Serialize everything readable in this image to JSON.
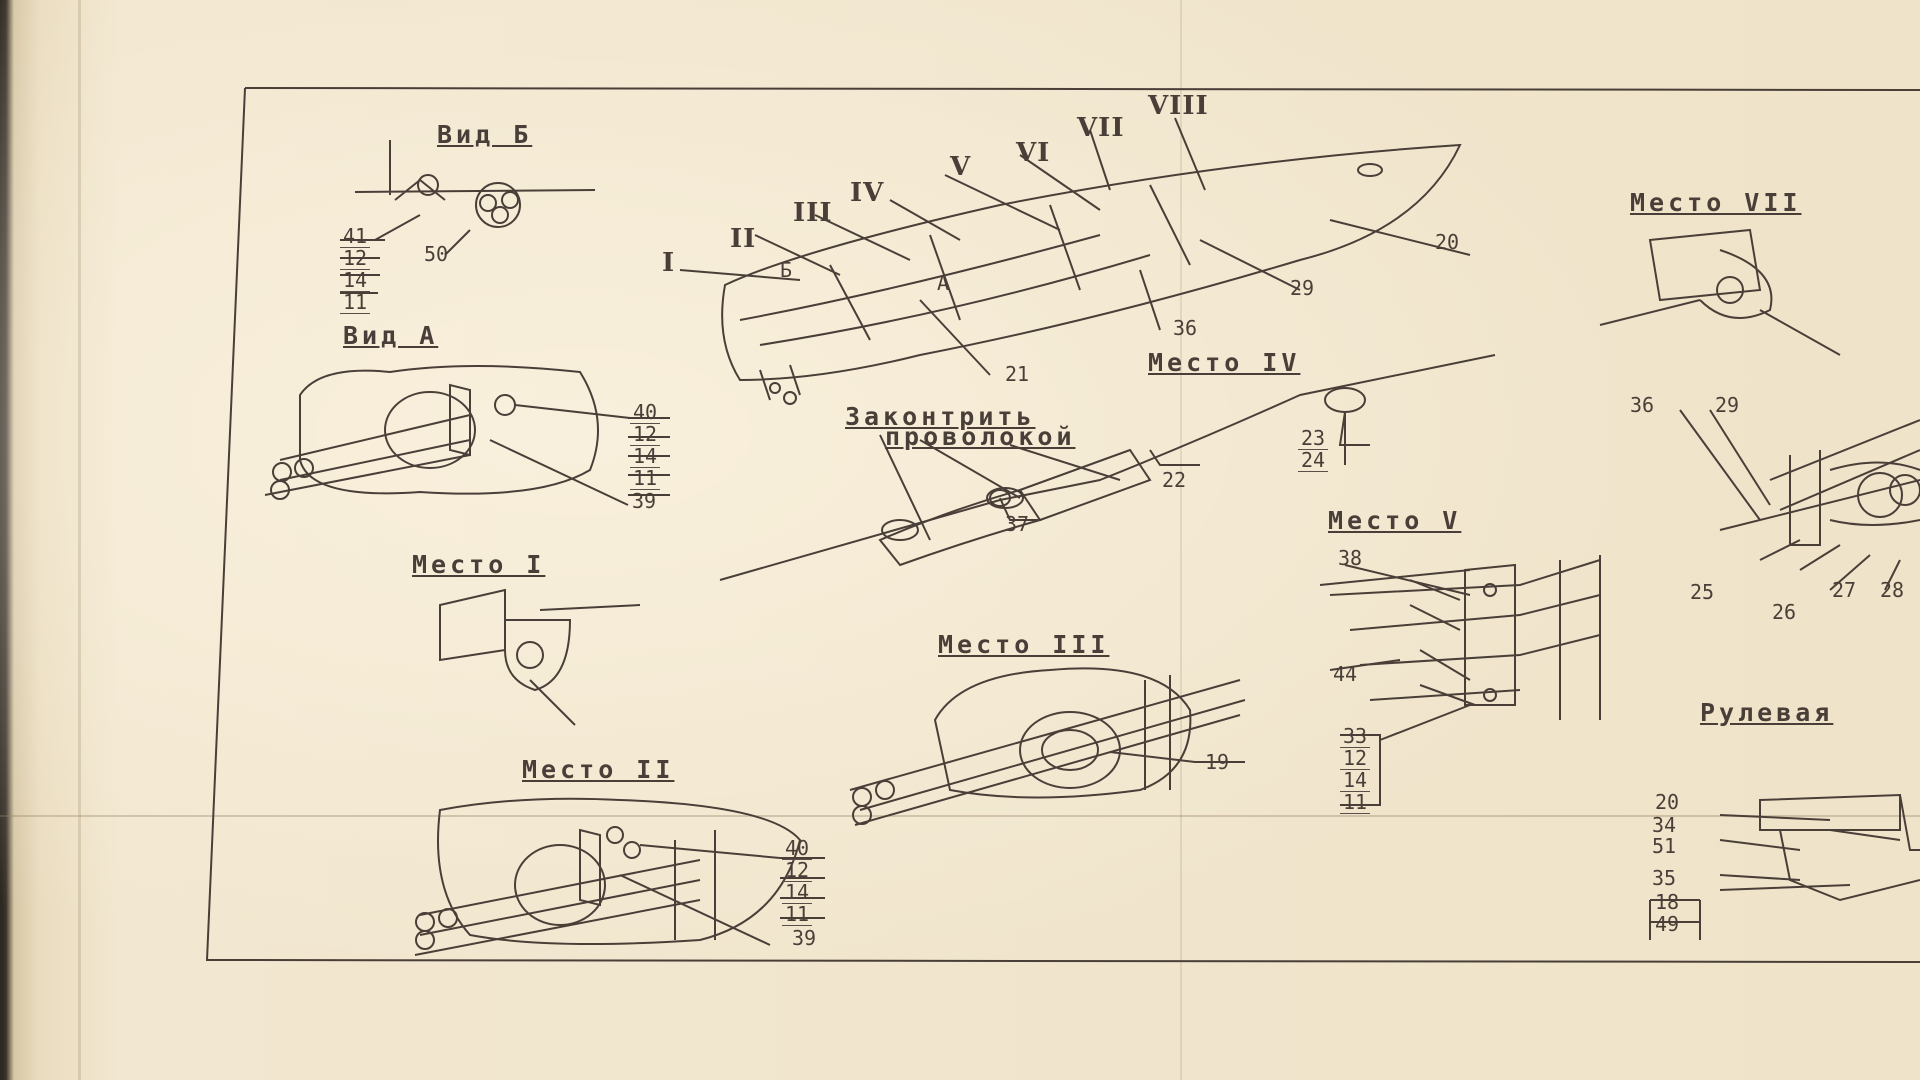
{
  "views": {
    "view_b": {
      "title": "Вид Б",
      "labels": [
        "41",
        "12",
        "14",
        "11"
      ],
      "part": "50"
    },
    "view_a": {
      "title": "Вид А",
      "labels": [
        "40",
        "12",
        "14",
        "11"
      ],
      "part": "39"
    }
  },
  "places": {
    "place_1": {
      "title": "Место I"
    },
    "place_2": {
      "title": "Место II",
      "labels": [
        "40",
        "12",
        "14",
        "11"
      ],
      "part": "39"
    },
    "place_3": {
      "title": "Место III",
      "part": "19"
    },
    "place_4": {
      "title": "Место IV",
      "parts_stack": [
        "23",
        "24"
      ],
      "part_22": "22",
      "part_37": "37"
    },
    "place_5": {
      "title": "Место V",
      "part_38": "38",
      "part_44": "44",
      "labels": [
        "33",
        "12",
        "14",
        "11"
      ]
    },
    "place_7": {
      "title": "Место VII"
    }
  },
  "boat": {
    "romans": [
      "I",
      "II",
      "III",
      "IV",
      "V",
      "VI",
      "VII",
      "VIII"
    ],
    "parts": {
      "p20": "20",
      "p29": "29",
      "p36": "36",
      "p21": "21"
    },
    "view_marker_a": "А",
    "view_marker_b": "Б"
  },
  "note": {
    "line1": "Законтрить",
    "line2": "проволокой"
  },
  "right_assembly": {
    "top_labels": {
      "p36": "36",
      "p29": "29"
    },
    "bottom_labels": {
      "p25": "25",
      "p26": "26",
      "p27": "27",
      "p28": "28"
    }
  },
  "steering": {
    "title": "Рулевая",
    "labels": [
      "20",
      "34",
      "51",
      "35"
    ],
    "stack": [
      "18",
      "49"
    ]
  },
  "colors": {
    "paper": "#efe3c9",
    "ink": "#4a3f38"
  }
}
